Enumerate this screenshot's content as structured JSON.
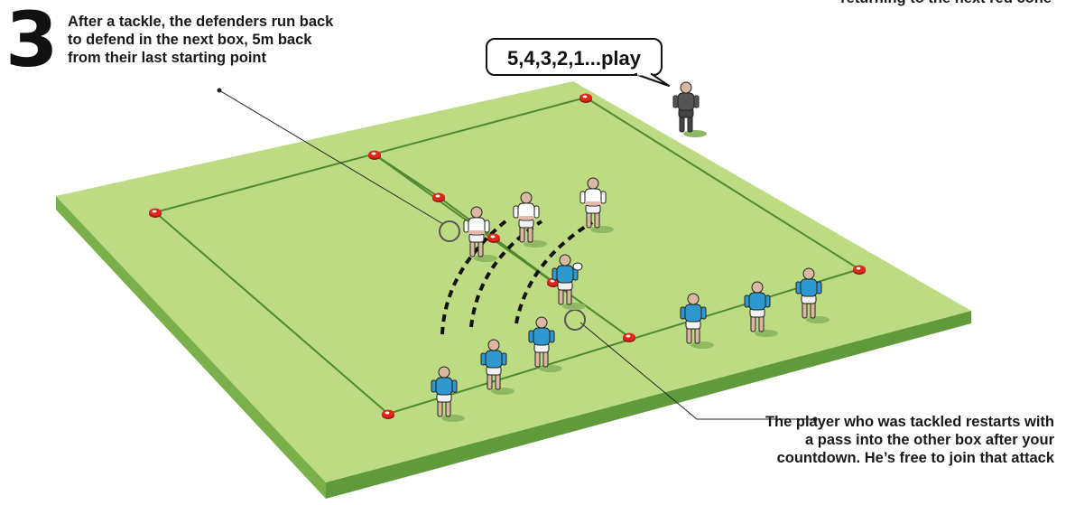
{
  "step_number": "3",
  "captions": {
    "defenders": "After a tackle, the defenders run back to defend in the next box, 5m back from their last starting point",
    "tackled_player": "The player who was tackled restarts with a pass into the other box after your countdown. He’s free to join that attack",
    "top_cut_off": "returning to the next red cone"
  },
  "callout": {
    "text": "5,4,3,2,1...play"
  },
  "colors": {
    "pitch_top": "#bcdb82",
    "pitch_front": "#5f9a3b",
    "pitch_side": "#7ab04a",
    "pitch_line": "#4f8a31",
    "cone": "#e0261b",
    "attacker_shirt": "#2f98cf",
    "defender_shirt": "#ffffff",
    "coach": "#555555"
  },
  "icons": {
    "cone": "cone-marker",
    "tackle_spot": "circle-marker"
  }
}
